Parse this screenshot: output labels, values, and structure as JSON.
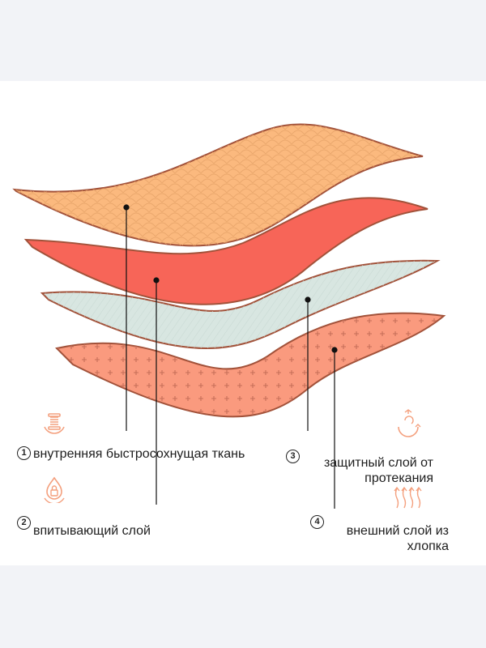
{
  "colors": {
    "background": "#ffffff",
    "page_border": "#f2f3f7",
    "layer1_fill": "#fbb97e",
    "layer2_fill": "#f76558",
    "layer3_fill": "#d8e6e1",
    "layer4_fill": "#fa9a7e",
    "layer_edge": "#a2523a",
    "icon_stroke": "#f4a07e",
    "leader_line": "#111111"
  },
  "labels": [
    {
      "number": "1",
      "text": "внутренняя быстросохнущая ткань",
      "icon": "spool-of-thread-icon"
    },
    {
      "number": "2",
      "text": "впитывающий слой",
      "icon": "droplet-with-lock-icon"
    },
    {
      "number": "3",
      "text": "защитный слой от протекания",
      "icon": "rotating-arrows-icon"
    },
    {
      "number": "4",
      "text": "внешний слой из хлопка",
      "icon": "breathable-airflow-icon"
    }
  ]
}
